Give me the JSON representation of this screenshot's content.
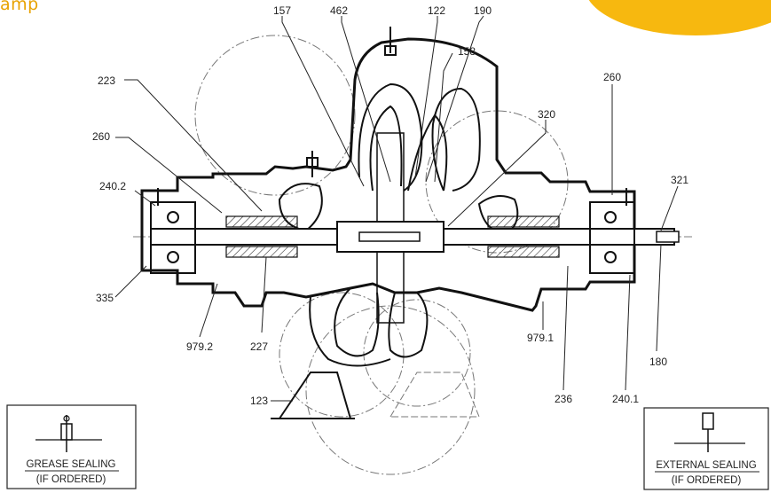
{
  "header": {
    "corner_title": "amp"
  },
  "part_numbers": {
    "p157": "157",
    "p462": "462",
    "p122": "122",
    "p190": "190",
    "p158": "158",
    "p260_right": "260",
    "p223": "223",
    "p320": "320",
    "p260_left": "260",
    "p321": "321",
    "p240_2": "240.2",
    "p335": "335",
    "p979_2": "979.2",
    "p227": "227",
    "p979_1": "979.1",
    "p180": "180",
    "p236": "236",
    "p240_1": "240.1",
    "p123": "123"
  },
  "insets": {
    "grease": {
      "line1": "GREASE SEALING",
      "line2": "(IF ORDERED)"
    },
    "external": {
      "line1": "EXTERNAL SEALING",
      "line2": "(IF ORDERED)"
    }
  },
  "colors": {
    "accent": "#f7b80f",
    "accent_text": "#e8a200",
    "ink": "#222222"
  }
}
